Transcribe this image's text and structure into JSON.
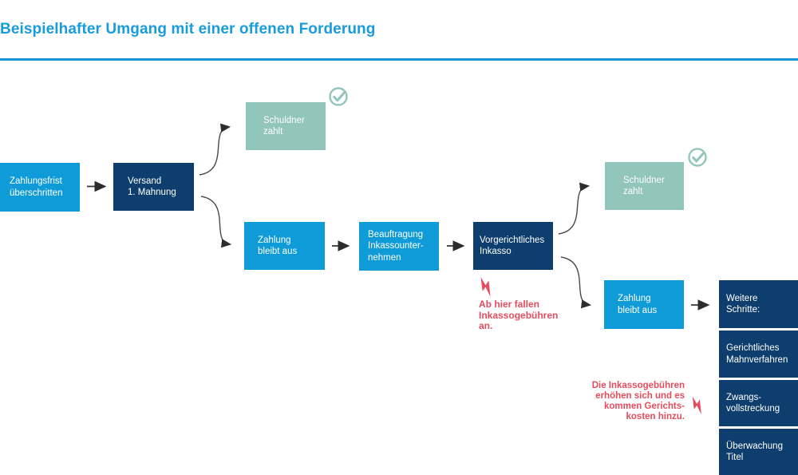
{
  "header": {
    "title": "Beispielhafter Umgang mit einer offenen Forderung"
  },
  "colors": {
    "accent": "#199CDC",
    "box_blue": "#0F9BD7",
    "box_navy": "#0E3E6D",
    "box_teal": "#92C5BC",
    "alert_red": "#E54D5E",
    "arrow_dark": "#333333"
  },
  "flow": {
    "zahlungsfrist": {
      "label": [
        "Zahlungsfrist",
        "überschritten"
      ]
    },
    "versand_mahnung": {
      "label": [
        "Versand",
        "1. Mahnung"
      ]
    },
    "schuldner_zahlt_1": {
      "label": [
        "Schuldner",
        "zahlt"
      ],
      "icon": "check-circle"
    },
    "zahlung_bleibt_aus_1": {
      "label": [
        "Zahlung",
        "bleibt aus"
      ]
    },
    "beauftragung_inkasso": {
      "label": [
        "Beauftragung",
        "Inkassounter-",
        "nehmen"
      ]
    },
    "vorgerichtliches_inkasso": {
      "label": [
        "Vorgerichtliches",
        "Inkasso"
      ]
    },
    "schuldner_zahlt_2": {
      "label": [
        "Schuldner",
        "zahlt"
      ],
      "icon": "check-circle"
    },
    "zahlung_bleibt_aus_2": {
      "label": [
        "Zahlung",
        "bleibt aus"
      ]
    },
    "weitere_schritte": {
      "label": [
        "Weitere",
        "Schritte:"
      ]
    },
    "gerichtliches_mahnverfahren": {
      "label": [
        "Gerichtliches",
        "Mahnverfahren"
      ]
    },
    "zwangsvollstreckung": {
      "label": [
        "Zwangs-",
        "vollstreckung"
      ]
    },
    "ueberwachung_titel": {
      "label": [
        "Überwachung",
        "Titel"
      ]
    }
  },
  "annotations": {
    "inkasso_fees_start": {
      "icon": "lightning",
      "text": [
        "Ab hier fallen",
        "Inkassogebühren",
        "an."
      ]
    },
    "fees_increase": {
      "icon": "lightning",
      "text": [
        "Die Inkassogebühren",
        "erhöhen sich und es",
        "kommen Gerichts-",
        "kosten hinzu."
      ]
    }
  }
}
